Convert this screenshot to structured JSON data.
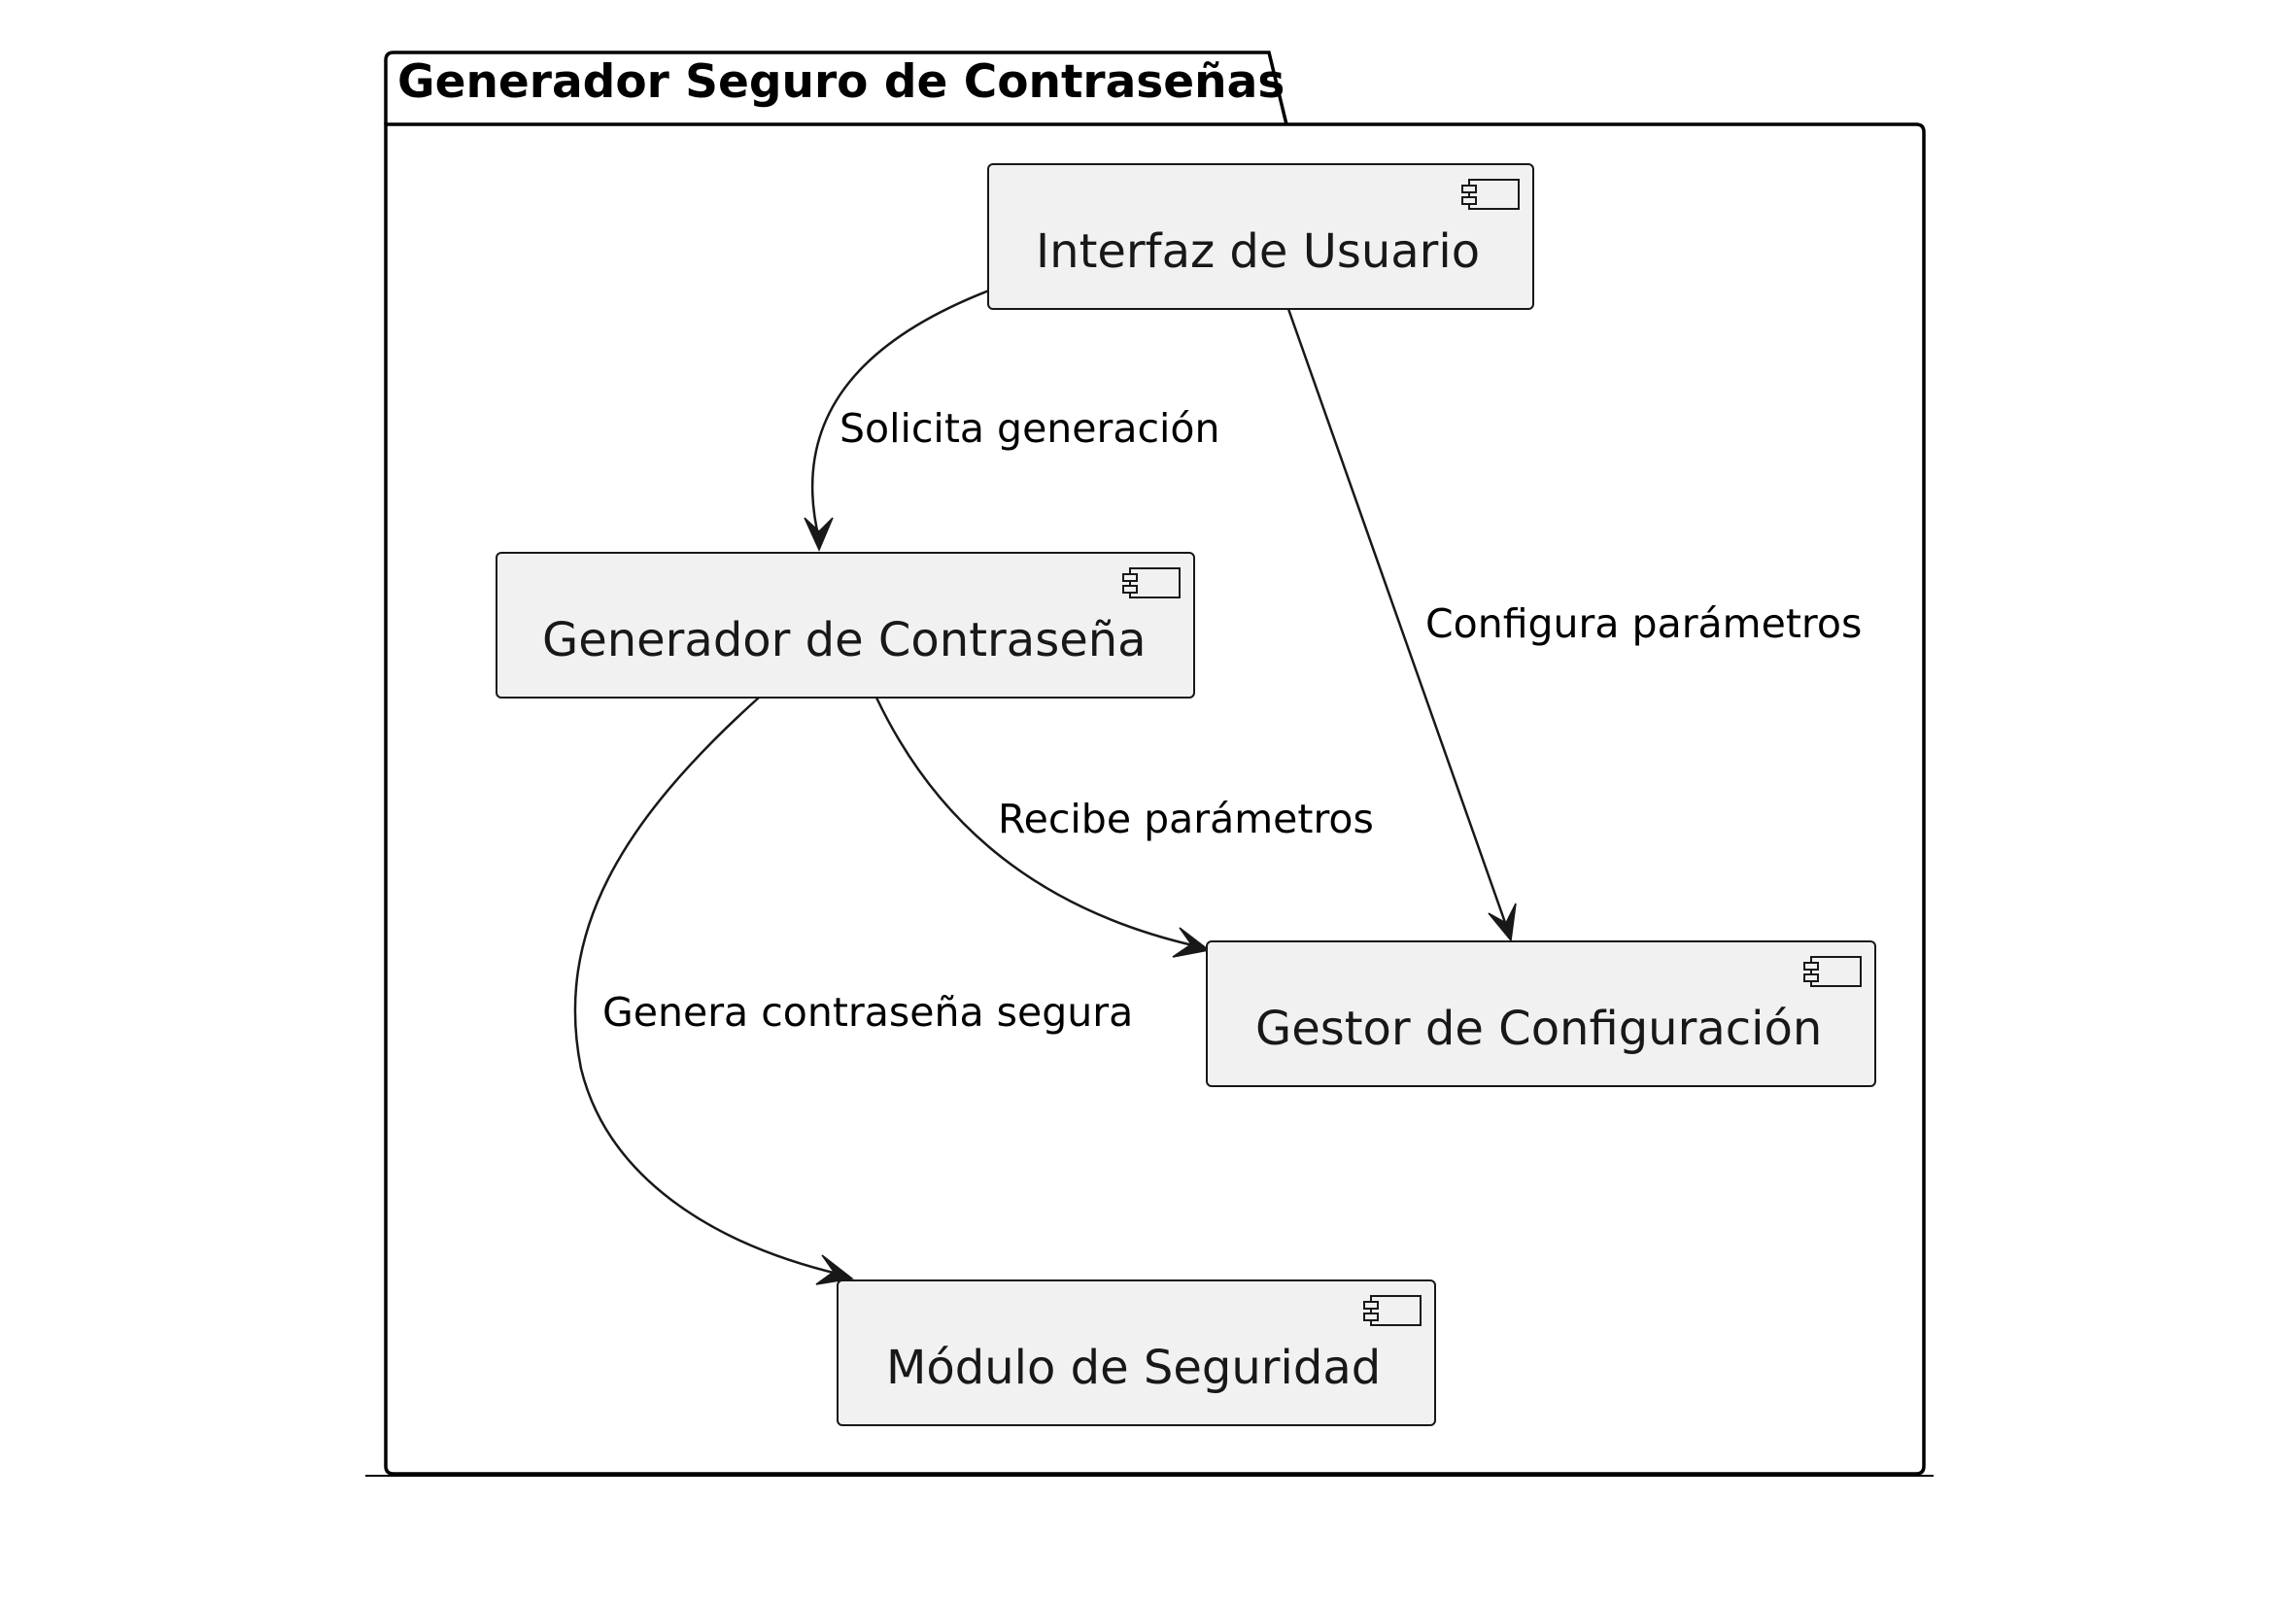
{
  "package": {
    "title": "Generador Seguro de Contraseñas"
  },
  "components": {
    "ui": {
      "label": "Interfaz de Usuario",
      "icon": "component-icon"
    },
    "generator": {
      "label": "Generador de Contraseña",
      "icon": "component-icon"
    },
    "config": {
      "label": "Gestor de Configuración",
      "icon": "component-icon"
    },
    "security": {
      "label": "Módulo de Seguridad",
      "icon": "component-icon"
    }
  },
  "edges": {
    "ui_to_generator": {
      "label": "Solicita generación"
    },
    "ui_to_config": {
      "label": "Configura parámetros"
    },
    "generator_to_config": {
      "label": "Recibe parámetros"
    },
    "generator_to_security": {
      "label": "Genera contraseña segura"
    }
  },
  "colors": {
    "component_fill": "#f1f1f1",
    "stroke": "#181818",
    "background": "#ffffff"
  }
}
